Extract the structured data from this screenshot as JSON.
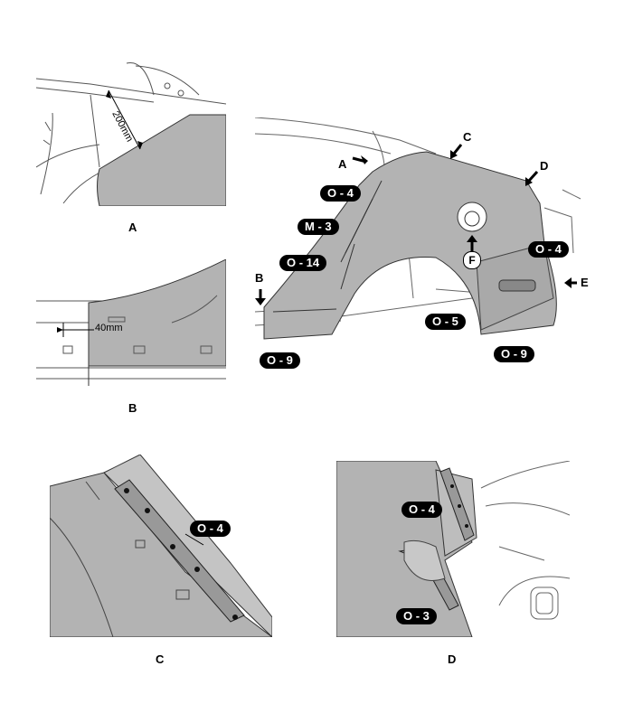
{
  "views": {
    "A": {
      "caption": "A",
      "dimension": "200mm"
    },
    "B": {
      "caption": "B",
      "dimension": "40mm"
    },
    "C": {
      "caption": "C",
      "parts": [
        "O - 4"
      ]
    },
    "D": {
      "caption": "D",
      "parts": [
        "O - 4",
        "O - 3"
      ]
    }
  },
  "main": {
    "view_markers": [
      "A",
      "B",
      "C",
      "D",
      "E",
      "F"
    ],
    "parts": {
      "o4_left": "O - 4",
      "m3": "M - 3",
      "o14": "O - 14",
      "o9_left": "O - 9",
      "o5": "O - 5",
      "o9_right": "O - 9",
      "o4_right": "O - 4"
    }
  },
  "colors": {
    "panel_fill": "#b3b3b3",
    "line": "#333333",
    "label_bg": "#000000",
    "label_text": "#ffffff"
  }
}
